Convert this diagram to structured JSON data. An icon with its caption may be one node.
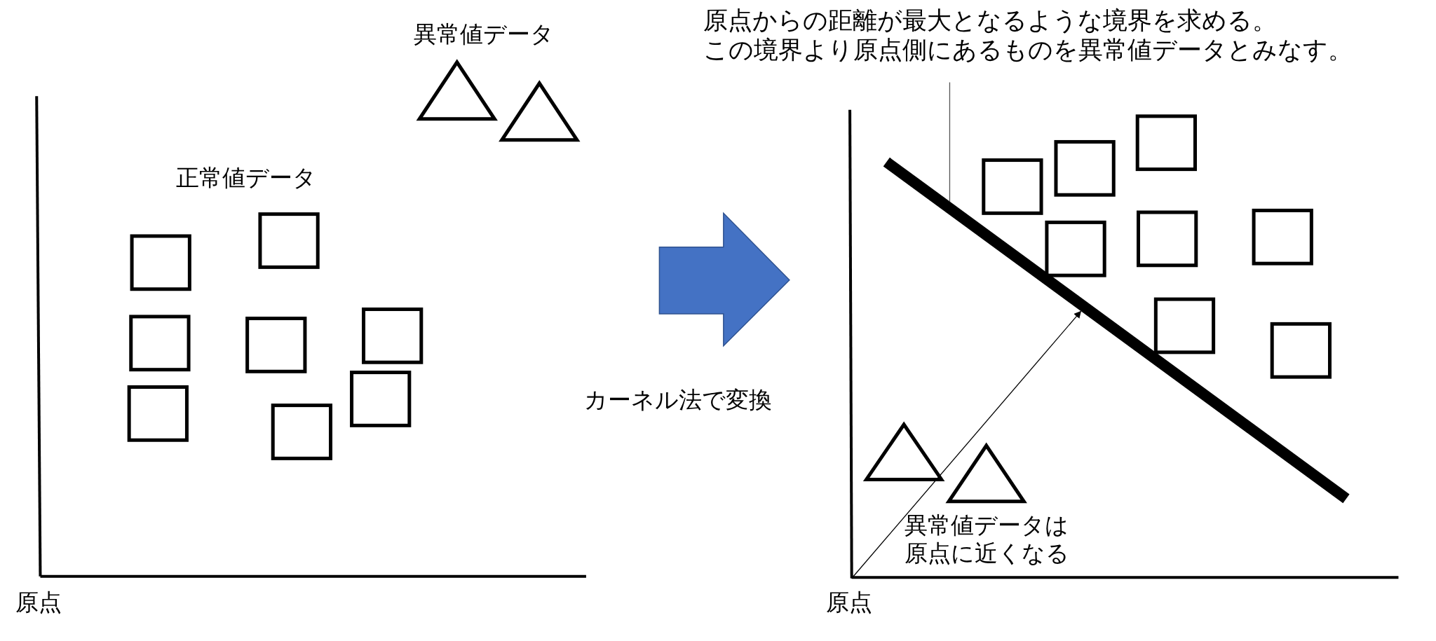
{
  "diagram": {
    "nodes": [
      {
        "text": [
          "原点からの距離が最大となるような境界を求める。",
          "この境界より原点側にあるものを異常値データとみなす。"
        ]
      },
      {
        "text": [],
        "shape": "line"
      }
    ],
    "edges": [
      {
        "from": 0,
        "to": 1,
        "arrow": "none"
      },
      {
        "from": null,
        "to": 1,
        "arrow": "to"
      }
    ],
    "labels": [
      "異常値データ",
      "正常値データ",
      "原点",
      "カーネル法で変換",
      "原点",
      "異常値データは原点に近くなる"
    ]
  }
}
